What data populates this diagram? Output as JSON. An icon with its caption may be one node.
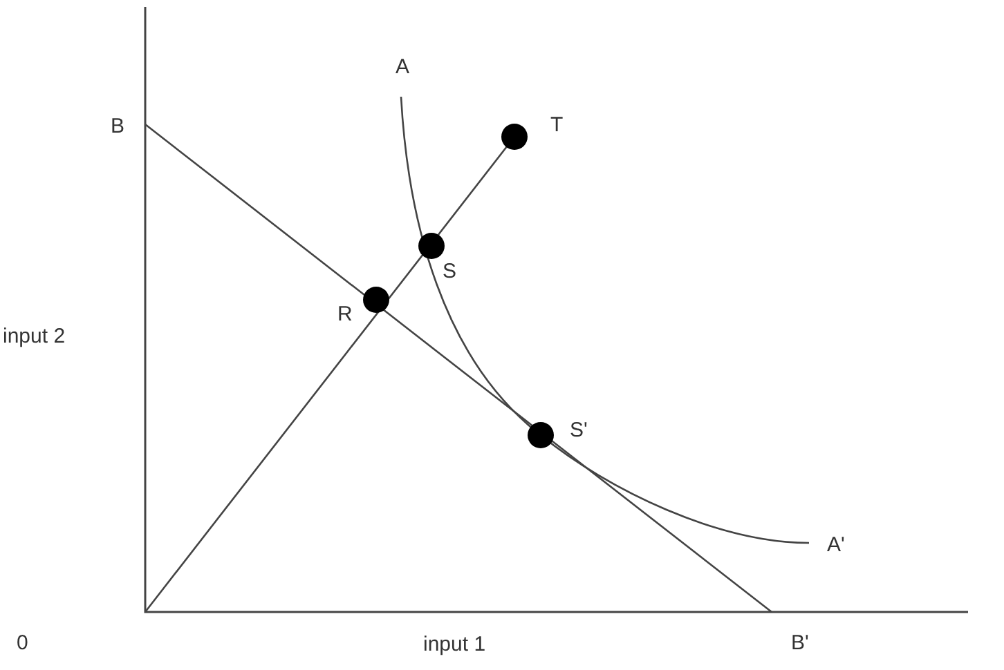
{
  "diagram": {
    "labels": [
      "B",
      "A",
      "T",
      "S",
      "R",
      "S'",
      "input 2",
      "A'",
      "0",
      "input 1",
      "B'"
    ]
  }
}
